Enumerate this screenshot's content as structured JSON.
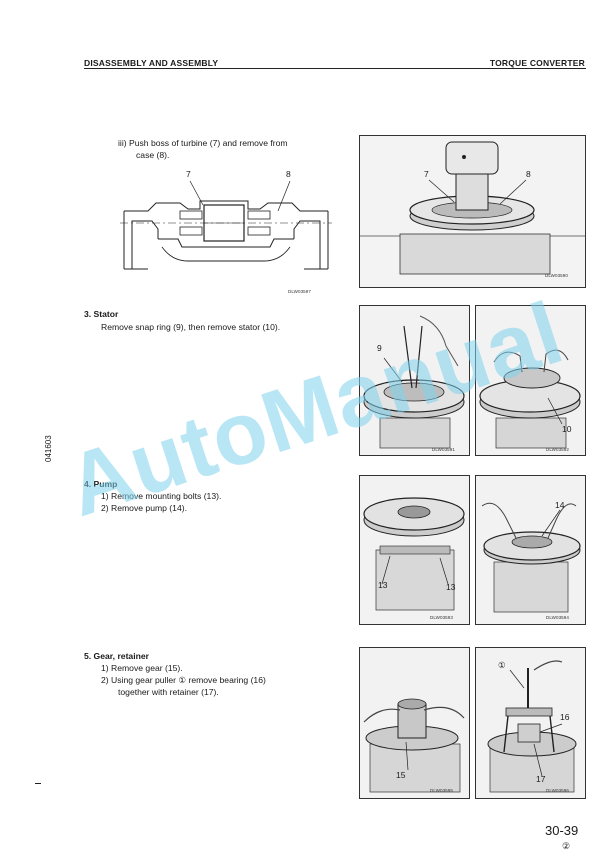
{
  "header": {
    "left": "DISASSEMBLY AND ASSEMBLY",
    "right": "TORQUE CONVERTER"
  },
  "step_iii": {
    "line1": "iii) Push boss of turbine (7) and remove from",
    "line2": "case (8)."
  },
  "fig_turbine_drawing": {
    "label_7": "7",
    "label_8": "8",
    "code": "DLW03597"
  },
  "fig_turbine_photo": {
    "label_7": "7",
    "label_8": "8",
    "code": "DLW03590"
  },
  "step3": {
    "title": "3.  Stator",
    "text": "Remove snap ring (9), then remove stator (10)."
  },
  "fig_stator_a": {
    "label": "9",
    "code": "DLW03591"
  },
  "fig_stator_b": {
    "label": "10",
    "code": "DLW03592"
  },
  "step4": {
    "title": "4.  Pump",
    "item1": "1)  Remove mounting bolts (13).",
    "item2": "2)  Remove pump (14)."
  },
  "fig_pump_a": {
    "label_a": "13",
    "label_b": "13",
    "code": "DLW03593"
  },
  "fig_pump_b": {
    "label": "14",
    "code": "DLW03594"
  },
  "step5": {
    "title": "5.  Gear, retainer",
    "item1": "1)  Remove gear (15).",
    "item2_line1": "2)  Using gear puller  ①  remove bearing (16)",
    "item2_line2": "together with retainer (17)."
  },
  "fig_gear_a": {
    "label": "15",
    "code": "DLW03595"
  },
  "fig_gear_b": {
    "label_tool": "①",
    "label_16": "16",
    "label_17": "17",
    "code": "DLW03596"
  },
  "watermark": "AutoManual",
  "side_code": "041603",
  "page": {
    "number": "30-39",
    "revision": "②"
  }
}
